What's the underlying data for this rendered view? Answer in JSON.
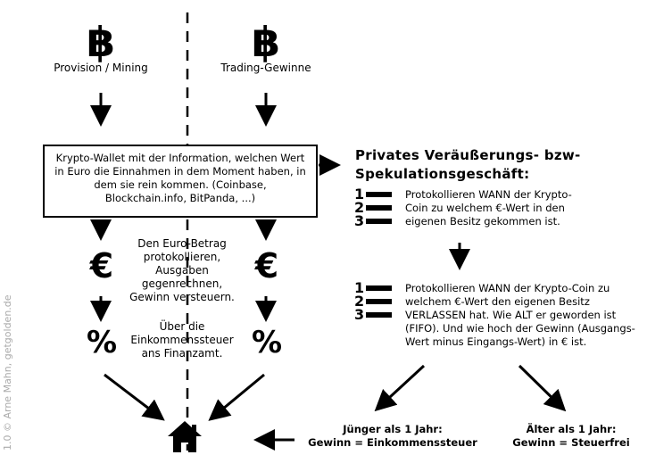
{
  "left_source": {
    "symbol": "฿",
    "label": "Provision / Mining"
  },
  "right_source": {
    "symbol": "฿",
    "label": "Trading-Gewinne"
  },
  "wallet_box": {
    "text": "Krypto-Wallet mit der Information, welchen Wert in Euro die Einnahmen in dem Moment haben, in dem sie rein kommen. (Coinbase, Blockchain.info, BitPanda, ...)"
  },
  "euro_step": {
    "symbol": "€",
    "text": "Den Euro-Betrag protokollieren, Ausgaben gegenrechnen, Gewinn versteuern."
  },
  "percent_step": {
    "symbol": "%",
    "text": "Über die Einkommenssteuer ans Finanzamt."
  },
  "private_sale": {
    "heading_line1": "Privates Veräußerungs- bzw-",
    "heading_line2": "Spekulationsgeschäft:",
    "step1_text": "Protokollieren WANN der Krypto-Coin zu welchem €-Wert in den eigenen Besitz gekommen ist.",
    "step2_text": "Protokollieren WANN der Krypto-Coin zu welchem €-Wert den eigenen Besitz VERLASSEN hat. Wie ALT er geworden ist (FIFO). Und wie hoch der Gewinn (Ausgangs-Wert minus Eingangs-Wert) in € ist.",
    "list_numbers": [
      "1",
      "2",
      "3"
    ]
  },
  "outcomes": {
    "younger_line1": "Jünger als 1 Jahr:",
    "younger_line2": "Gewinn = Einkommenssteuer",
    "older_line1": "Älter als 1 Jahr:",
    "older_line2": "Gewinn = Steuerfrei"
  },
  "copyright": "1.0 © Arne Mahn, getgolden.de",
  "icons": {
    "house": "house-icon",
    "list": "numbered-list-icon"
  }
}
